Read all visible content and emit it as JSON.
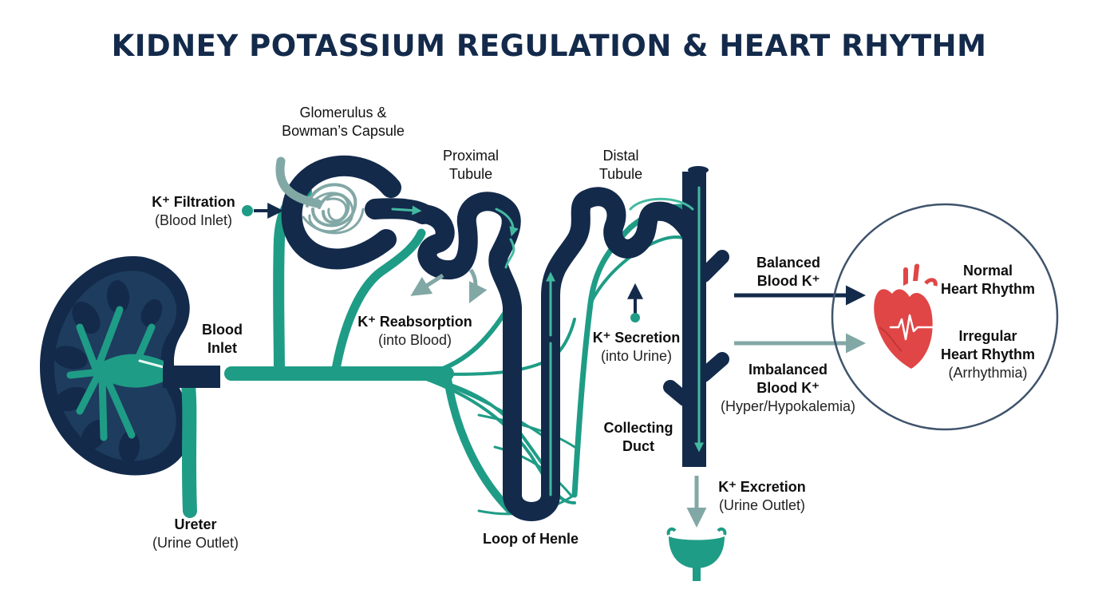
{
  "title": "KIDNEY POTASSIUM REGULATION & HEART RHYTHM",
  "colors": {
    "navy": "#132a4b",
    "teal": "#1f9c86",
    "mint": "#43b9a0",
    "gray_teal": "#82a8a6",
    "heart_red": "#e04646",
    "white": "#ffffff"
  },
  "icons": {
    "kidney": "kidney-icon",
    "heart": "heart-icon",
    "bladder": "bladder-icon",
    "glomerulus": "glomerulus-icon"
  },
  "labels": {
    "glomerulus": {
      "line1": "Glomerulus &",
      "line2": "Bowman’s Capsule"
    },
    "proximal": {
      "line1": "Proximal",
      "line2": "Tubule"
    },
    "distal": {
      "line1": "Distal",
      "line2": "Tubule"
    },
    "filtration": {
      "main": "K⁺ Filtration",
      "sub": "(Blood Inlet)"
    },
    "blood_inlet": {
      "line1": "Blood",
      "line2": "Inlet"
    },
    "reabsorption": {
      "main": "K⁺ Reabsorption",
      "sub": "(into Blood)"
    },
    "secretion": {
      "main": "K⁺ Secretion",
      "sub": "(into Urine)"
    },
    "collecting": {
      "line1": "Collecting",
      "line2": "Duct"
    },
    "excretion": {
      "main": "K⁺ Excretion",
      "sub": "(Urine Outlet)"
    },
    "loop": {
      "main": "Loop of Henle"
    },
    "ureter": {
      "main": "Ureter",
      "sub": "(Urine Outlet)"
    },
    "balanced": {
      "line1": "Balanced",
      "line2": "Blood K⁺"
    },
    "imbalanced": {
      "line1": "Imbalanced",
      "line2": "Blood K⁺",
      "sub": "(Hyper/Hypokalemia)"
    },
    "normal": {
      "line1": "Normal",
      "line2": "Heart Rhythm"
    },
    "irregular": {
      "line1": "Irregular",
      "line2": "Heart Rhythm",
      "sub": "(Arrhythmia)"
    }
  }
}
